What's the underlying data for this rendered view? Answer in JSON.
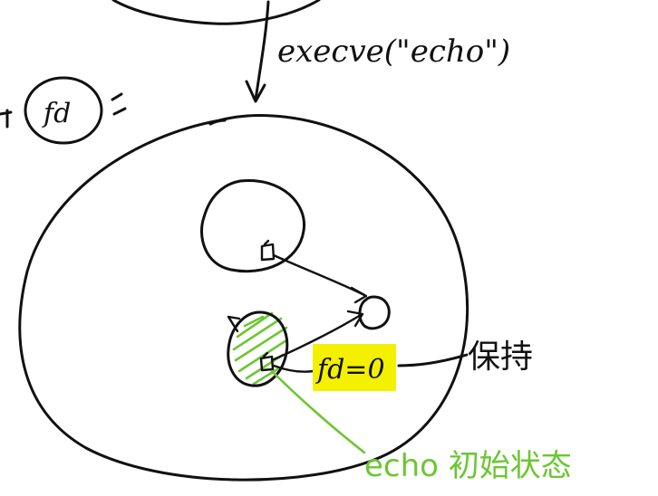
{
  "annotations": {
    "exec_call": "execve(\"echo\")",
    "fd_label": "fd",
    "fd_equals": "fd=0",
    "keep_label": "保持",
    "echo_state": "echo 初始状态"
  },
  "colors": {
    "ink": "#111111",
    "green": "#6cc631",
    "highlight": "#f3f000",
    "background": "#ffffff"
  }
}
